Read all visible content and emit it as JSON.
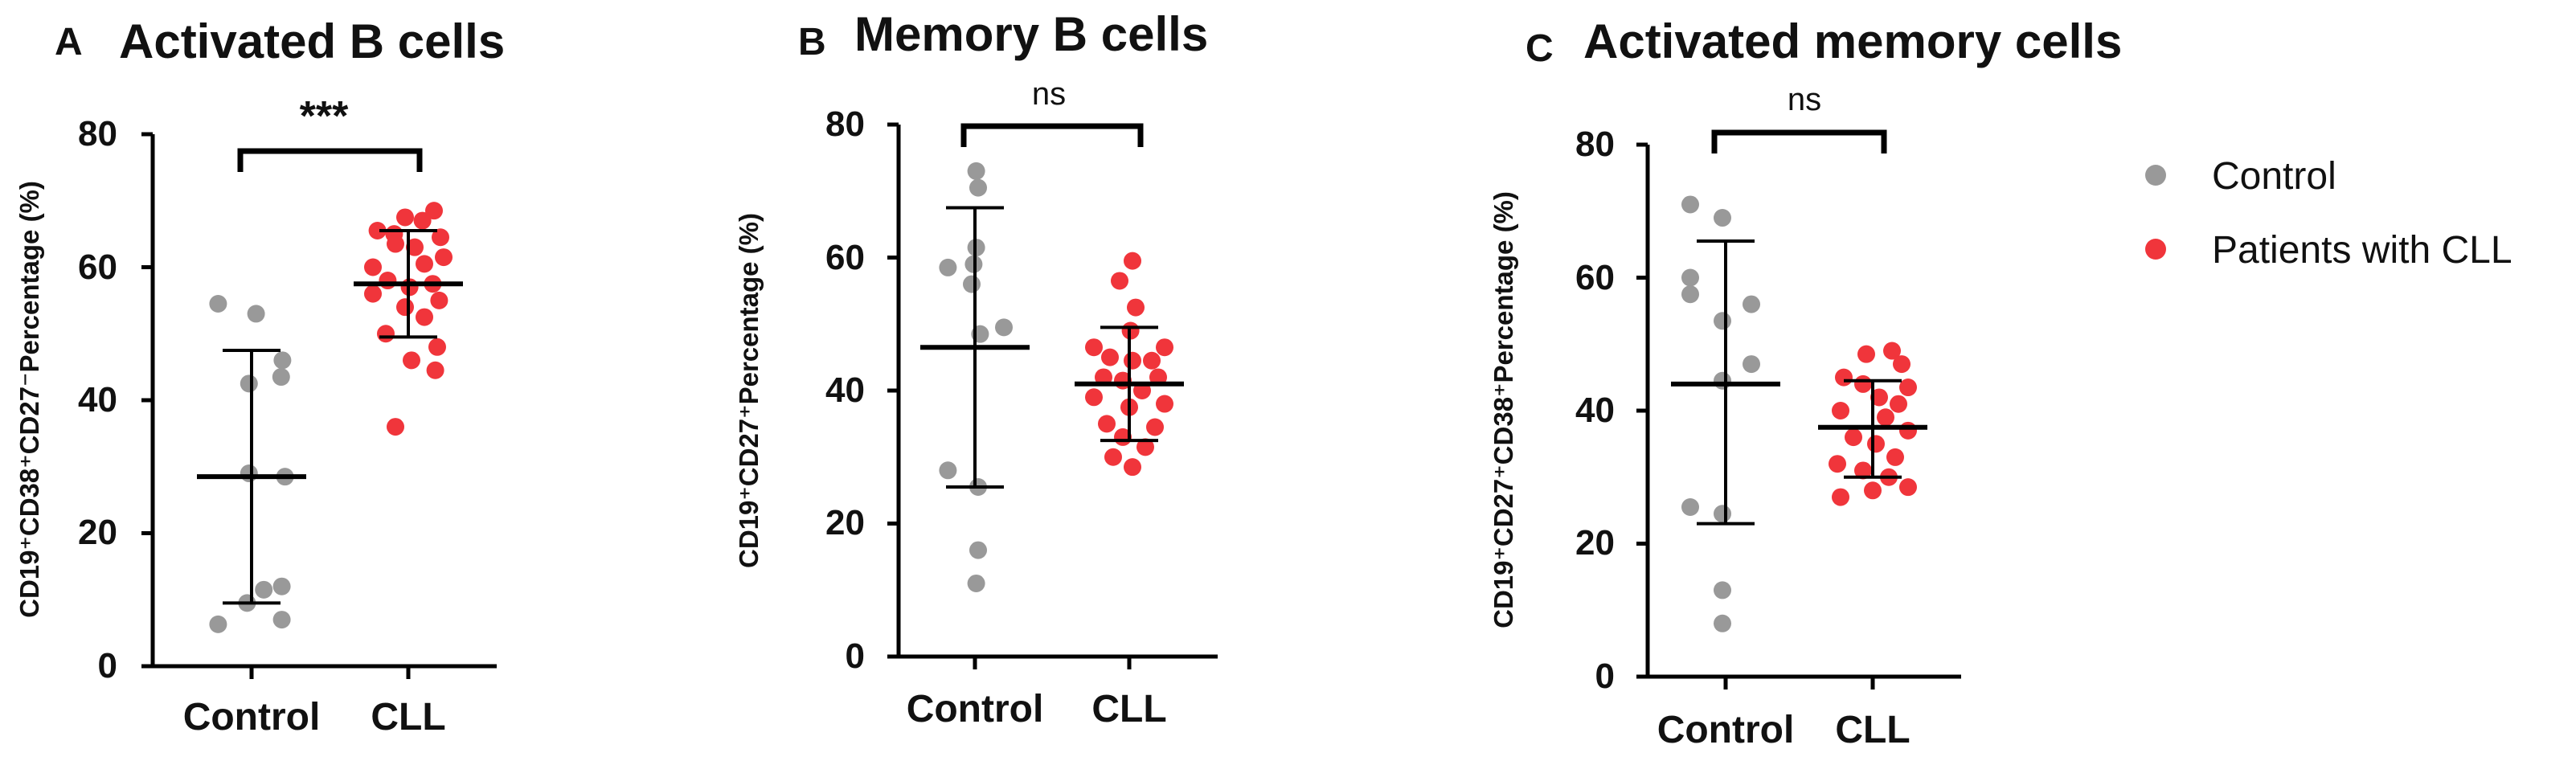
{
  "colors": {
    "control": "#999999",
    "cll": "#f0353b",
    "axis": "#000000"
  },
  "chart_data": [
    {
      "type": "scatter",
      "letter": "A",
      "title": "Activated B cells",
      "ylabel": "CD19⁺CD38⁺CD27⁻Percentage (%)",
      "ylim": [
        0,
        80
      ],
      "yticks": [
        0,
        20,
        40,
        60,
        80
      ],
      "categories": [
        "Control",
        "CLL"
      ],
      "significance": "***",
      "series": [
        {
          "name": "Control",
          "mean": 28.5,
          "sd_low": 9.5,
          "sd_high": 47.5,
          "values": [
            54.5,
            53,
            46,
            43.5,
            42.5,
            29,
            28.5,
            12,
            11.5,
            9.5,
            7,
            6.3
          ],
          "jitter": [
            -0.52,
            0.07,
            0.48,
            0.46,
            -0.04,
            -0.04,
            0.52,
            0.47,
            0.19,
            -0.07,
            0.47,
            -0.52
          ]
        },
        {
          "name": "CLL",
          "mean": 57.5,
          "sd_low": 49.5,
          "sd_high": 65.5,
          "values": [
            68.5,
            67.5,
            67,
            65.5,
            65,
            64.5,
            63.5,
            63,
            61.5,
            60.5,
            60,
            58,
            57.5,
            57,
            56,
            55,
            54,
            52.5,
            50,
            48,
            46,
            44.5,
            36
          ],
          "jitter": [
            0.4,
            -0.05,
            0.22,
            -0.48,
            -0.22,
            0.5,
            -0.2,
            0.1,
            0.55,
            0.25,
            -0.55,
            -0.32,
            0.38,
            0.02,
            -0.55,
            0.48,
            -0.05,
            0.25,
            -0.35,
            0.45,
            0.05,
            0.42,
            -0.2
          ]
        }
      ]
    },
    {
      "type": "scatter",
      "letter": "B",
      "title": "Memory B cells",
      "ylabel": "CD19⁺CD27⁺Percentage (%)",
      "ylim": [
        0,
        80
      ],
      "yticks": [
        0,
        20,
        40,
        60,
        80
      ],
      "categories": [
        "Control",
        "CLL"
      ],
      "significance": "ns",
      "series": [
        {
          "name": "Control",
          "mean": 46.5,
          "sd_low": 25.5,
          "sd_high": 67.5,
          "values": [
            73,
            70.5,
            61.5,
            59,
            58.5,
            56,
            49.5,
            48.5,
            28,
            25.5,
            16,
            11
          ],
          "jitter": [
            0.02,
            0.05,
            0.02,
            -0.02,
            -0.42,
            -0.05,
            0.45,
            0.08,
            -0.42,
            0.05,
            0.05,
            0.02
          ]
        },
        {
          "name": "CLL",
          "mean": 41,
          "sd_low": 32.5,
          "sd_high": 49.5,
          "values": [
            59.5,
            56.5,
            52.5,
            49,
            46.5,
            46.5,
            45,
            44.5,
            44.5,
            42,
            42,
            41.5,
            40,
            39,
            38,
            37.5,
            35,
            34.5,
            33,
            31.5,
            30,
            28.5
          ],
          "jitter": [
            0.05,
            -0.15,
            0.1,
            0.02,
            -0.55,
            0.55,
            -0.3,
            0.05,
            0.35,
            -0.4,
            0.45,
            -0.1,
            0.2,
            -0.55,
            0.55,
            0.0,
            -0.35,
            0.4,
            -0.1,
            0.25,
            -0.25,
            0.05
          ]
        }
      ]
    },
    {
      "type": "scatter",
      "letter": "C",
      "title": "Activated memory cells",
      "ylabel": "CD19⁺CD27⁺CD38⁺Percentage (%)",
      "ylim": [
        0,
        80
      ],
      "yticks": [
        0,
        20,
        40,
        60,
        80
      ],
      "categories": [
        "Control",
        "CLL"
      ],
      "significance": "ns",
      "series": [
        {
          "name": "Control",
          "mean": 44,
          "sd_low": 23,
          "sd_high": 65.5,
          "values": [
            71,
            69,
            60,
            57.5,
            56,
            53.5,
            47,
            44.5,
            25.5,
            24.5,
            13,
            8
          ],
          "jitter": [
            -0.55,
            -0.05,
            -0.55,
            -0.55,
            0.4,
            -0.05,
            0.4,
            -0.05,
            -0.55,
            -0.05,
            -0.05,
            -0.05
          ]
        },
        {
          "name": "CLL",
          "mean": 37.5,
          "sd_low": 30,
          "sd_high": 44.5,
          "values": [
            49,
            48.5,
            47,
            45,
            44,
            43.5,
            42,
            41,
            40,
            39,
            37,
            36,
            35,
            33,
            32,
            31,
            30,
            28.5,
            28,
            27
          ],
          "jitter": [
            0.3,
            -0.1,
            0.45,
            -0.45,
            -0.15,
            0.55,
            0.1,
            0.4,
            -0.5,
            0.2,
            0.55,
            -0.3,
            0.05,
            0.35,
            -0.55,
            -0.15,
            0.25,
            0.55,
            0.0,
            -0.5
          ]
        }
      ]
    }
  ],
  "legend": [
    {
      "label": "Control",
      "color": "#999999"
    },
    {
      "label": "Patients with CLL",
      "color": "#f0353b"
    }
  ]
}
